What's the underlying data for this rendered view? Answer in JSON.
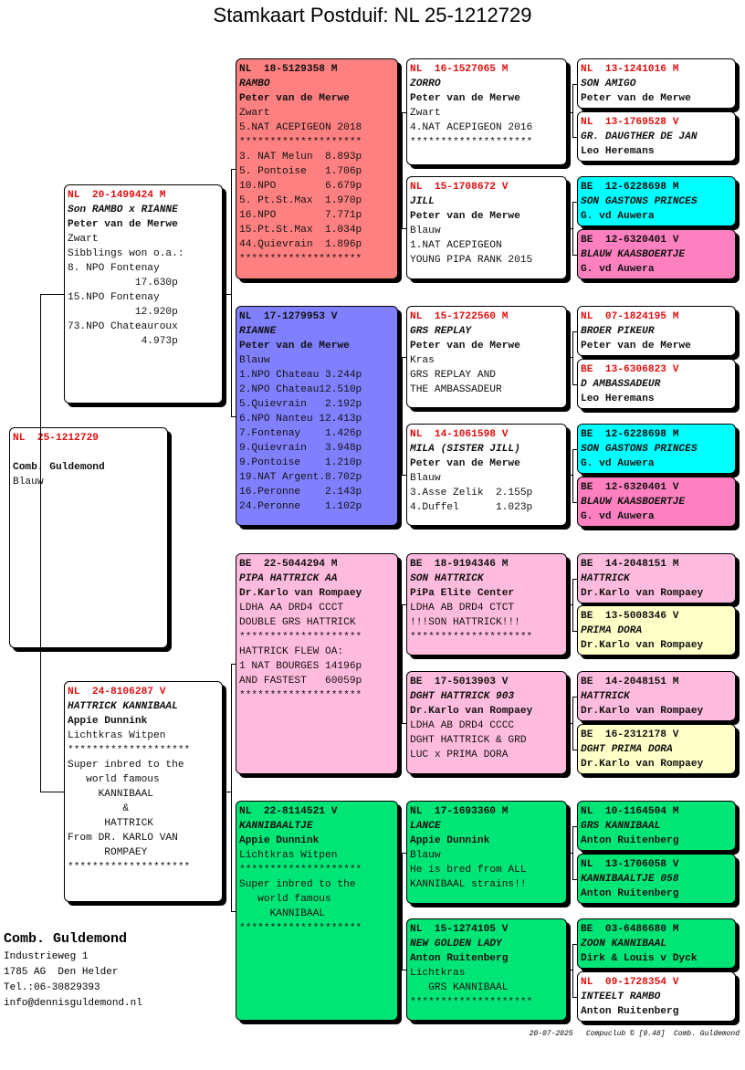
{
  "title": "Stamkaart Postduif: NL  25-1212729",
  "colors": {
    "white": "#ffffff",
    "red": "#ff8080",
    "blue": "#8080ff",
    "pink": "#ffbbdd",
    "green": "#00e676",
    "cyan": "#00ffff",
    "magenta": "#ff80c0",
    "yellow": "#ffffc8",
    "ring_red": "#e01010"
  },
  "pigeons": [
    {
      "id": "subject",
      "color": "white",
      "ring": "NL  25-1212729",
      "name": "",
      "breeder": "Comb. Guldemond",
      "lines": [
        "Blauw"
      ],
      "blank_before_breeder": true
    },
    {
      "id": "s",
      "color": "white",
      "ring": "NL  20-1499424 M",
      "name": "Son RAMBO x RIANNE",
      "breeder": "Peter van de Merwe",
      "lines": [
        "Zwart",
        "Sibblings won o.a.:",
        "8. NPO Fontenay",
        "           17.630p",
        "15.NPO Fontenay",
        "           12.920p",
        "73.NPO Chateauroux",
        "            4.973p"
      ]
    },
    {
      "id": "d",
      "color": "white",
      "ring": "NL  24-8106287 V",
      "name": "HATTRICK KANNIBAAL",
      "breeder": "Appie Dunnink",
      "lines": [
        "Lichtkras Witpen",
        "********************",
        "Super inbred to the",
        "   world famous",
        "     KANNIBAAL",
        "         &",
        "      HATTRICK",
        "From DR. KARLO VAN",
        "      ROMPAEY",
        "********************"
      ]
    },
    {
      "id": "ss",
      "color": "red",
      "ring": "NL  18-5129358 M",
      "name": "RAMBO",
      "breeder": "Peter van de Merwe",
      "lines": [
        "Zwart",
        "5.NAT ACEPIGEON 2018",
        "********************",
        "3. NAT Melun  8.893p",
        "5. Pontoise   1.706p",
        "10.NPO        6.679p",
        "5. Pt.St.Max  1.970p",
        "16.NPO        7.771p",
        "15.Pt.St.Max  1.034p",
        "44.Quievrain  1.896p",
        "********************"
      ]
    },
    {
      "id": "sd",
      "color": "blue",
      "ring": "NL  17-1279953 V",
      "name": "RIANNE",
      "breeder": "Peter van de Merwe",
      "lines": [
        "Blauw",
        "1.NPO Chateau 3.244p",
        "2.NPO Chateau12.510p",
        "5.Quievrain   2.192p",
        "6.NPO Nanteu 12.413p",
        "7.Fontenay    1.426p",
        "9.Quievrain   3.948p",
        "9.Pontoise    1.210p",
        "19.NAT Argent.8.702p",
        "16.Peronne    2.143p",
        "24.Peronne    1.102p"
      ]
    },
    {
      "id": "ds",
      "color": "pink",
      "ring": "BE  22-5044294 M",
      "name": "PIPA HATTRICK AA",
      "breeder": "Dr.Karlo van Rompaey",
      "lines": [
        "LDHA AA DRD4 CCCT",
        "DOUBLE GRS HATTRICK",
        "********************",
        "HATTRICK FLEW OA:",
        "1 NAT BOURGES 14196p",
        "AND FASTEST   60059p",
        "********************"
      ]
    },
    {
      "id": "dd",
      "color": "green",
      "ring": "NL  22-8114521 V",
      "name": "KANNIBAALTJE",
      "breeder": "Appie Dunnink",
      "lines": [
        "Lichtkras Witpen",
        "********************",
        "Super inbred to the",
        "   world famous",
        "     KANNIBAAL",
        "********************"
      ]
    },
    {
      "id": "sss",
      "color": "white",
      "ring": "NL  16-1527065 M",
      "name": "ZORRO",
      "breeder": "Peter van de Merwe",
      "lines": [
        "Zwart",
        "4.NAT ACEPIGEON 2016",
        "********************"
      ]
    },
    {
      "id": "ssd",
      "color": "white",
      "ring": "NL  15-1708672 V",
      "name": "JILL",
      "breeder": "Peter van de Merwe",
      "lines": [
        "Blauw",
        "1.NAT ACEPIGEON",
        "YOUNG PIPA RANK 2015"
      ]
    },
    {
      "id": "sds",
      "color": "white",
      "ring": "NL  15-1722560 M",
      "name": "GRS REPLAY",
      "breeder": "Peter van de Merwe",
      "lines": [
        "Kras",
        "GRS REPLAY AND",
        "THE AMBASSADEUR"
      ]
    },
    {
      "id": "sdd",
      "color": "white",
      "ring": "NL  14-1061598 V",
      "name": "MILA (SISTER JILL)",
      "breeder": "Peter van de Merwe",
      "lines": [
        "Blauw",
        "3.Asse Zelik  2.155p",
        "4.Duffel      1.023p"
      ]
    },
    {
      "id": "dss",
      "color": "pink",
      "ring": "BE  18-9194346 M",
      "name": "SON HATTRICK",
      "breeder": "PiPa Elite Center",
      "lines": [
        "LDHA AB DRD4 CTCT",
        "!!!SON HATTRICK!!!",
        "********************"
      ]
    },
    {
      "id": "dsd",
      "color": "pink",
      "ring": "BE  17-5013903 V",
      "name": "DGHT HATTRICK 903",
      "breeder": "Dr.Karlo van Rompaey",
      "lines": [
        "LDHA AB DRD4 CCCC",
        "DGHT HATTRICK & GRD",
        "LUC x PRIMA DORA"
      ]
    },
    {
      "id": "dds",
      "color": "green",
      "ring": "NL  17-1693360 M",
      "name": "LANCE",
      "breeder": "Appie Dunnink",
      "lines": [
        "Blauw",
        "He is bred from ALL",
        "KANNIBAAL strains!!"
      ]
    },
    {
      "id": "ddd",
      "color": "green",
      "ring": "NL  15-1274105 V",
      "name": "NEW GOLDEN LADY",
      "breeder": "Anton Ruitenberg",
      "lines": [
        "Lichtkras",
        "   GRS KANNIBAAL",
        "********************"
      ]
    },
    {
      "id": "g5_1",
      "color": "white",
      "ring": "NL  13-1241016 M",
      "name": "SON AMIGO",
      "breeder": "Peter van de Merwe",
      "lines": []
    },
    {
      "id": "g5_2",
      "color": "white",
      "ring": "NL  13-1769528 V",
      "name": "GR. DAUGTHER DE JAN",
      "breeder": "Leo Heremans",
      "lines": []
    },
    {
      "id": "g5_3",
      "color": "cyan",
      "ring": "BE  12-6228698 M",
      "name": "SON GASTONS PRINCES",
      "breeder": "G. vd Auwera",
      "lines": []
    },
    {
      "id": "g5_4",
      "color": "magenta",
      "ring": "BE  12-6320401 V",
      "name": "BLAUW KAASBOERTJE",
      "breeder": "G. vd Auwera",
      "lines": []
    },
    {
      "id": "g5_5",
      "color": "white",
      "ring": "NL  07-1824195 M",
      "name": "BROER PIKEUR",
      "breeder": "Peter van de Merwe",
      "lines": []
    },
    {
      "id": "g5_6",
      "color": "white",
      "ring": "BE  13-6306823 V",
      "name": "D AMBASSADEUR",
      "breeder": "Leo Heremans",
      "lines": []
    },
    {
      "id": "g5_7",
      "color": "cyan",
      "ring": "BE  12-6228698 M",
      "name": "SON GASTONS PRINCES",
      "breeder": "G. vd Auwera",
      "lines": []
    },
    {
      "id": "g5_8",
      "color": "magenta",
      "ring": "BE  12-6320401 V",
      "name": "BLAUW KAASBOERTJE",
      "breeder": "G. vd Auwera",
      "lines": []
    },
    {
      "id": "g5_9",
      "color": "pink",
      "ring": "BE  14-2048151 M",
      "name": "HATTRICK",
      "breeder": "Dr.Karlo van Rompaey",
      "lines": []
    },
    {
      "id": "g5_10",
      "color": "yellow",
      "ring": "BE  13-5008346 V",
      "name": "PRIMA DORA",
      "breeder": "Dr.Karlo van Rompaey",
      "lines": []
    },
    {
      "id": "g5_11",
      "color": "pink",
      "ring": "BE  14-2048151 M",
      "name": "HATTRICK",
      "breeder": "Dr.Karlo van Rompaey",
      "lines": []
    },
    {
      "id": "g5_12",
      "color": "yellow",
      "ring": "BE  16-2312178 V",
      "name": "DGHT PRIMA DORA",
      "breeder": "Dr.Karlo van Rompaey",
      "lines": []
    },
    {
      "id": "g5_13",
      "color": "green",
      "ring": "NL  10-1164504 M",
      "name": "GRS KANNIBAAL",
      "breeder": "Anton Ruitenberg",
      "lines": []
    },
    {
      "id": "g5_14",
      "color": "green",
      "ring": "NL  13-1706058 V",
      "name": "KANNIBAALTJE 058",
      "breeder": "Anton Ruitenberg",
      "lines": []
    },
    {
      "id": "g5_15",
      "color": "green",
      "ring": "BE  03-6486680 M",
      "name": "ZOON KANNIBAAL",
      "breeder": "Dirk & Louis v Dyck",
      "lines": []
    },
    {
      "id": "g5_16",
      "color": "white",
      "ring": "NL  09-1728354 V",
      "name": "INTEELT RAMBO",
      "breeder": "Anton Ruitenberg",
      "lines": []
    }
  ],
  "owner": {
    "name": "Comb. Guldemond",
    "address": "Industrieweg 1",
    "city": "1785 AG  Den Helder",
    "phone": "Tel.:06-30829393",
    "email": "info@dennisguldemond.nl"
  },
  "footer": "20-07-2025   Compuclub © [9.48]  Comb. Guldemond"
}
